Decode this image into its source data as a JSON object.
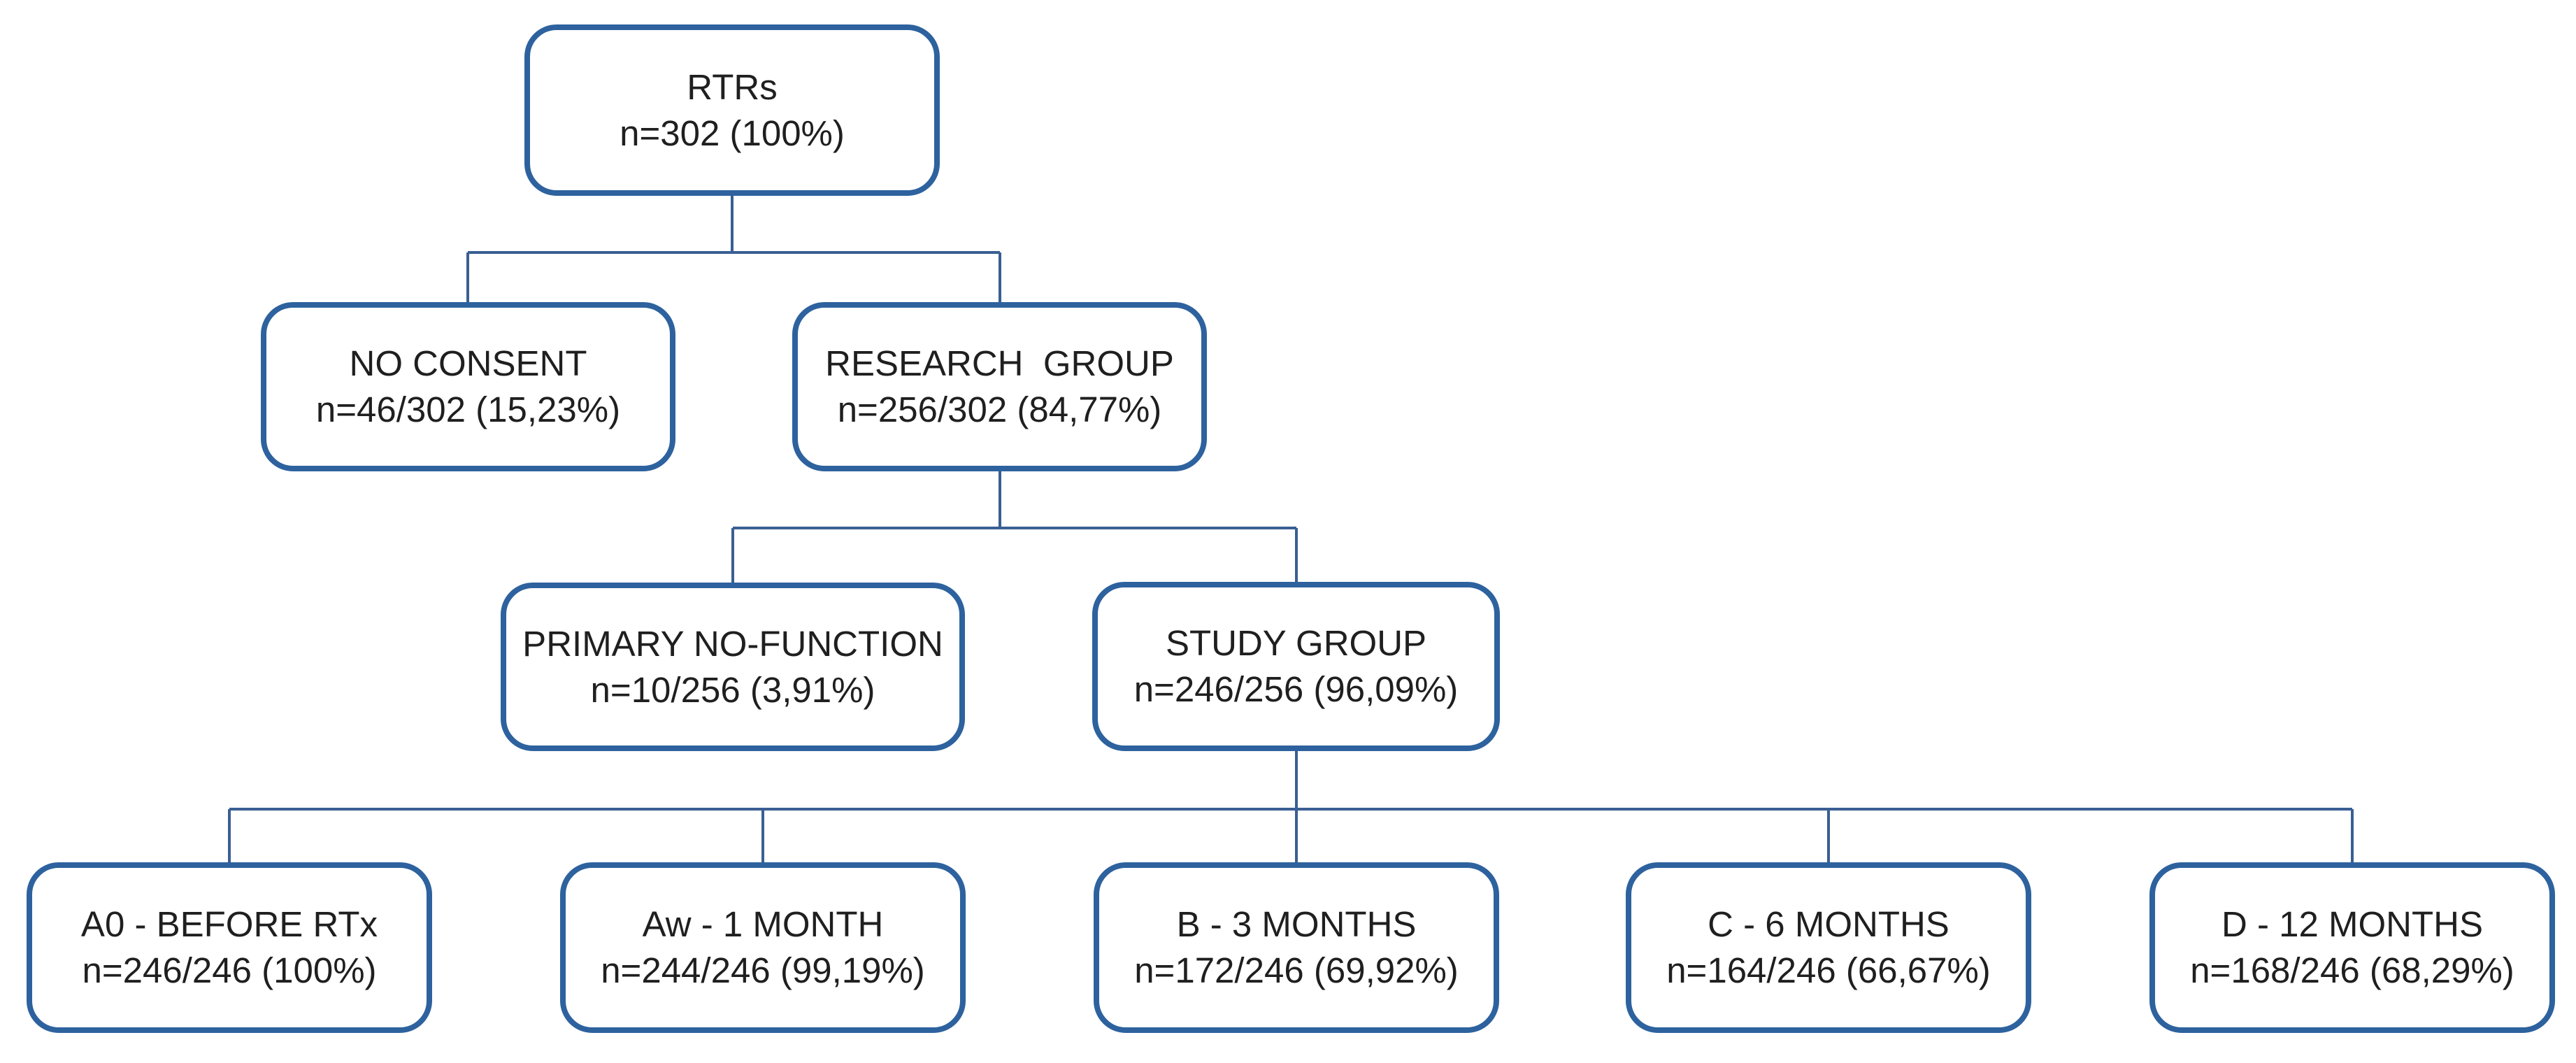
{
  "diagram_type": "study-flowchart",
  "colors": {
    "box_border": "#2d629e",
    "connector_line": "#3a5f93",
    "text": "#1f1f1f",
    "background": "#ffffff"
  },
  "nodes": {
    "root": {
      "label": "RTRs",
      "stat": "n=302 (100%)"
    },
    "no_consent": {
      "label": "NO CONSENT",
      "stat": "n=46/302 (15,23%)"
    },
    "research_group": {
      "label": "RESEARCH  GROUP",
      "stat": "n=256/302 (84,77%)"
    },
    "primary_no_function": {
      "label": "PRIMARY NO-FUNCTION",
      "stat": "n=10/256 (3,91%)"
    },
    "study_group": {
      "label": "STUDY GROUP",
      "stat": "n=246/256 (96,09%)"
    },
    "a0": {
      "label": "A0 - BEFORE RTx",
      "stat": "n=246/246 (100%)"
    },
    "aw": {
      "label": "Aw - 1 MONTH",
      "stat": "n=244/246 (99,19%)"
    },
    "b": {
      "label": "B - 3 MONTHS",
      "stat": "n=172/246 (69,92%)"
    },
    "c": {
      "label": "C - 6 MONTHS",
      "stat": "n=164/246 (66,67%)"
    },
    "d": {
      "label": "D - 12 MONTHS",
      "stat": "n=168/246 (68,29%)"
    }
  },
  "edges": [
    [
      "root",
      "no_consent"
    ],
    [
      "root",
      "research_group"
    ],
    [
      "research_group",
      "primary_no_function"
    ],
    [
      "research_group",
      "study_group"
    ],
    [
      "study_group",
      "a0"
    ],
    [
      "study_group",
      "aw"
    ],
    [
      "study_group",
      "b"
    ],
    [
      "study_group",
      "c"
    ],
    [
      "study_group",
      "d"
    ]
  ]
}
